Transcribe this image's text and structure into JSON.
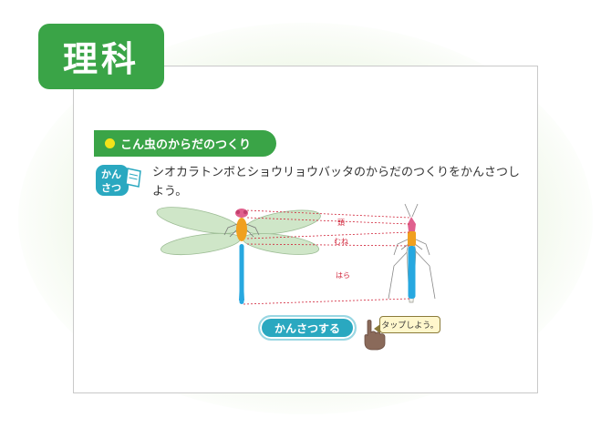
{
  "subject": {
    "label": "理科"
  },
  "section": {
    "title": "こん虫のからだのつくり"
  },
  "badge": {
    "line1": "かん",
    "line2": "さつ"
  },
  "instruction": {
    "text": "シオカラトンボとショウリョウバッタのからだのつくりをかんさつしよう。"
  },
  "diagram": {
    "labels": {
      "head": "頭",
      "chest": "むね",
      "abdomen": "はら"
    }
  },
  "actions": {
    "observe_label": "かんさつする",
    "tap_hint": "タップしよう。"
  },
  "colors": {
    "green": "#3aa447",
    "teal": "#2aa8c0",
    "yellow_bullet": "#f3e21a",
    "label_red": "#d1263b",
    "head_pink": "#e0608e",
    "thorax_orange": "#f0a020",
    "abdomen_blue": "#27a8e0"
  }
}
